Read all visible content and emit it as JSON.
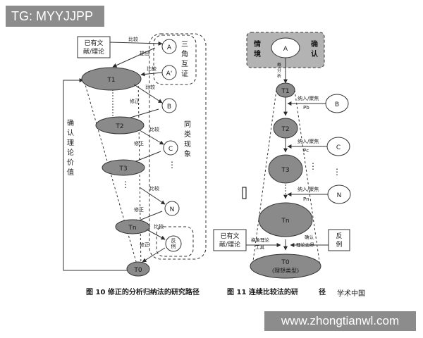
{
  "watermarks": {
    "top_left": "TG: MYYJJPP",
    "bottom_right": "www.zhongtianwl.com",
    "source_mark": "学术中国"
  },
  "figure10": {
    "caption": "图 10   修正的分析归纳法的研究路径",
    "literature_box": "已有文|献/理论",
    "compare_top": "比较",
    "lift": "提出",
    "compare_a2": "比较",
    "triangulation": "三|角|互|证",
    "confirm_value": "确|认|理|论|价|值",
    "similar_phenomena": "同|类|现|象",
    "nodes": {
      "T1": "T1",
      "T2": "T2",
      "T3": "T3",
      "Tn": "Tn",
      "T0": "T0",
      "A": "A",
      "A2": "A'",
      "B": "B",
      "C": "C",
      "N": "N",
      "counter": "反|例"
    },
    "edge_labels": {
      "cmp_b": "比较",
      "rev_1": "修正",
      "cmp_c": "比较",
      "rev_2": "修正",
      "cmp_n": "比较",
      "rev_3": "修正",
      "cmp_counter": "比较",
      "rev_4": "修正"
    },
    "dots": "⋮"
  },
  "figure11": {
    "caption": "图 11   连续比较法的研",
    "caption_tail": "径",
    "context_left": "情|境",
    "context_right": "确|认",
    "context_node": "A",
    "down_label": "概|分|析",
    "literature_box": "已有文|献/理论",
    "counter_box": "反|例",
    "nodes": {
      "T1": "T1",
      "T2": "T2",
      "T3": "T3",
      "Tn": "Tn",
      "T0": "T0",
      "T0_sub": "(理想类型)",
      "B": "B",
      "C": "C",
      "N": "N"
    },
    "edge_labels": {
      "b_main": "纳入/聚焦",
      "b_sub": "Pb",
      "c_main": "纳入/聚焦",
      "c_sub": "Pc",
      "n_main": "纳入/聚焦",
      "n_sub": "Pn",
      "lit_main": "换象理论",
      "lit_sub": "工具",
      "confirm_main": "确认",
      "confirm_sub": "理论边界"
    },
    "dots": "⋮"
  },
  "colors": {
    "node_fill": "#8a8a8a",
    "context_fill": "#b3b3b3",
    "line": "#2a2a2a",
    "banner": "#8c8c8c"
  }
}
